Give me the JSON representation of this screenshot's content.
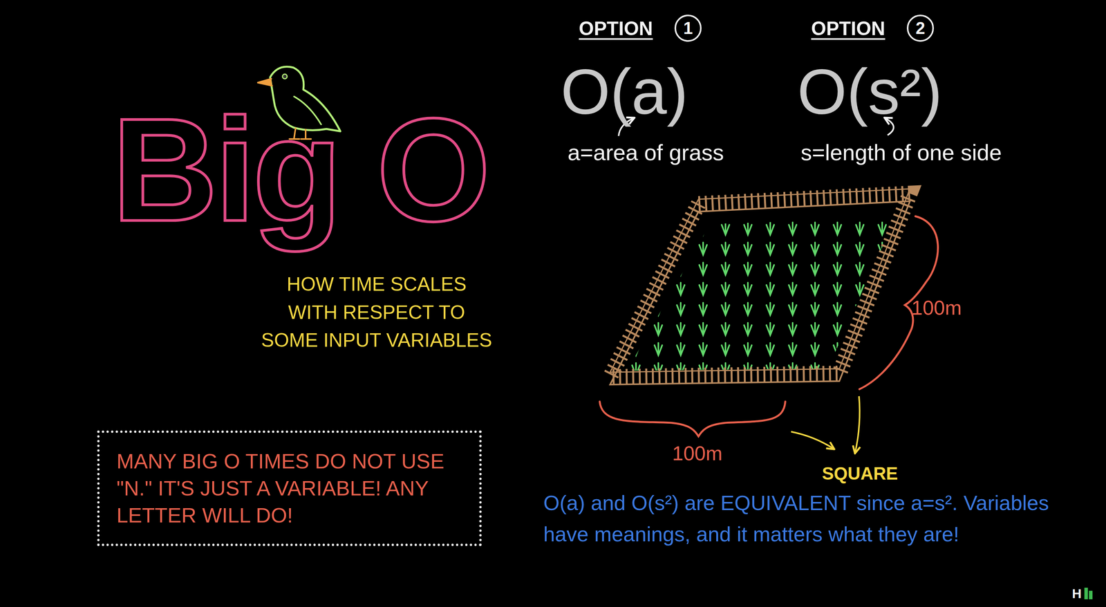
{
  "diagram": {
    "title": "Big O",
    "nodes": [
      {
        "text": [
          "MANY BIG O TIMES DO NOT USE \"N.\" IT'S JUST A VARIABLE! ANY LETTER WILL DO!"
        ]
      }
    ],
    "labels": [
      "HOW TIME SCALES WITH RESPECT TO SOME INPUT VARIABLES",
      "OPTION",
      "1",
      "OPTION",
      "2",
      "O(a)",
      "O(s²)",
      "a=area of grass",
      "s=length of one side",
      "100m",
      "100m",
      "SQUARE",
      "O(a) and O(s²) are EQUIVALENT since a=s². Variables have meanings, and it matters what they are!",
      "H"
    ]
  }
}
